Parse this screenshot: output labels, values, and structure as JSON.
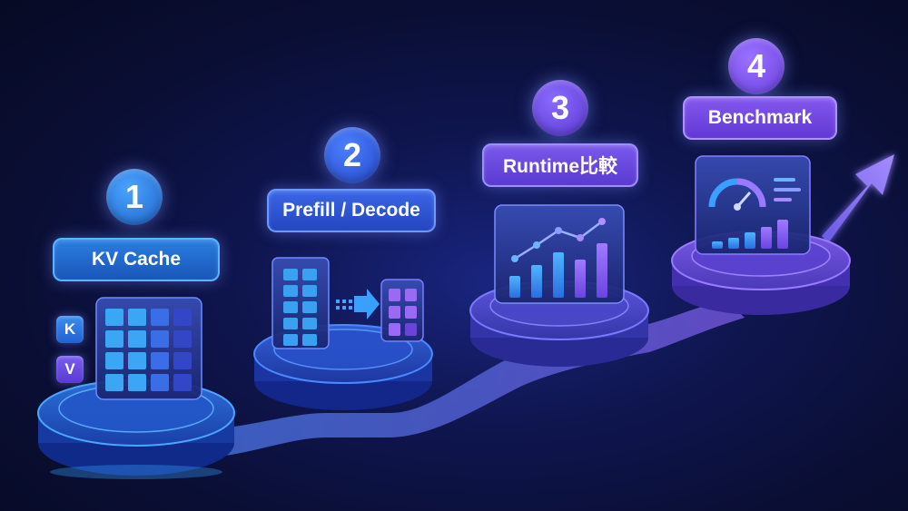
{
  "steps": [
    {
      "number": "1",
      "label": "KV Cache"
    },
    {
      "number": "2",
      "label": "Prefill / Decode"
    },
    {
      "number": "3",
      "label": "Runtime比較"
    },
    {
      "number": "4",
      "label": "Benchmark"
    }
  ],
  "kv_tags": {
    "k": "K",
    "v": "V"
  },
  "colors": {
    "step1": "#2a7bd9",
    "step2": "#2f58d6",
    "step3": "#6a45d9",
    "step4": "#7a4ae0",
    "background": "#0a0f2e",
    "cell_blue": "#3aa0f0",
    "cell_purple": "#8a5af0"
  },
  "icons": [
    "kv-grid-icon",
    "prefill-column-icon",
    "arrow-right-icon",
    "decode-grid-icon",
    "line-bar-chart-icon",
    "speedometer-icon",
    "up-right-arrow-icon"
  ]
}
